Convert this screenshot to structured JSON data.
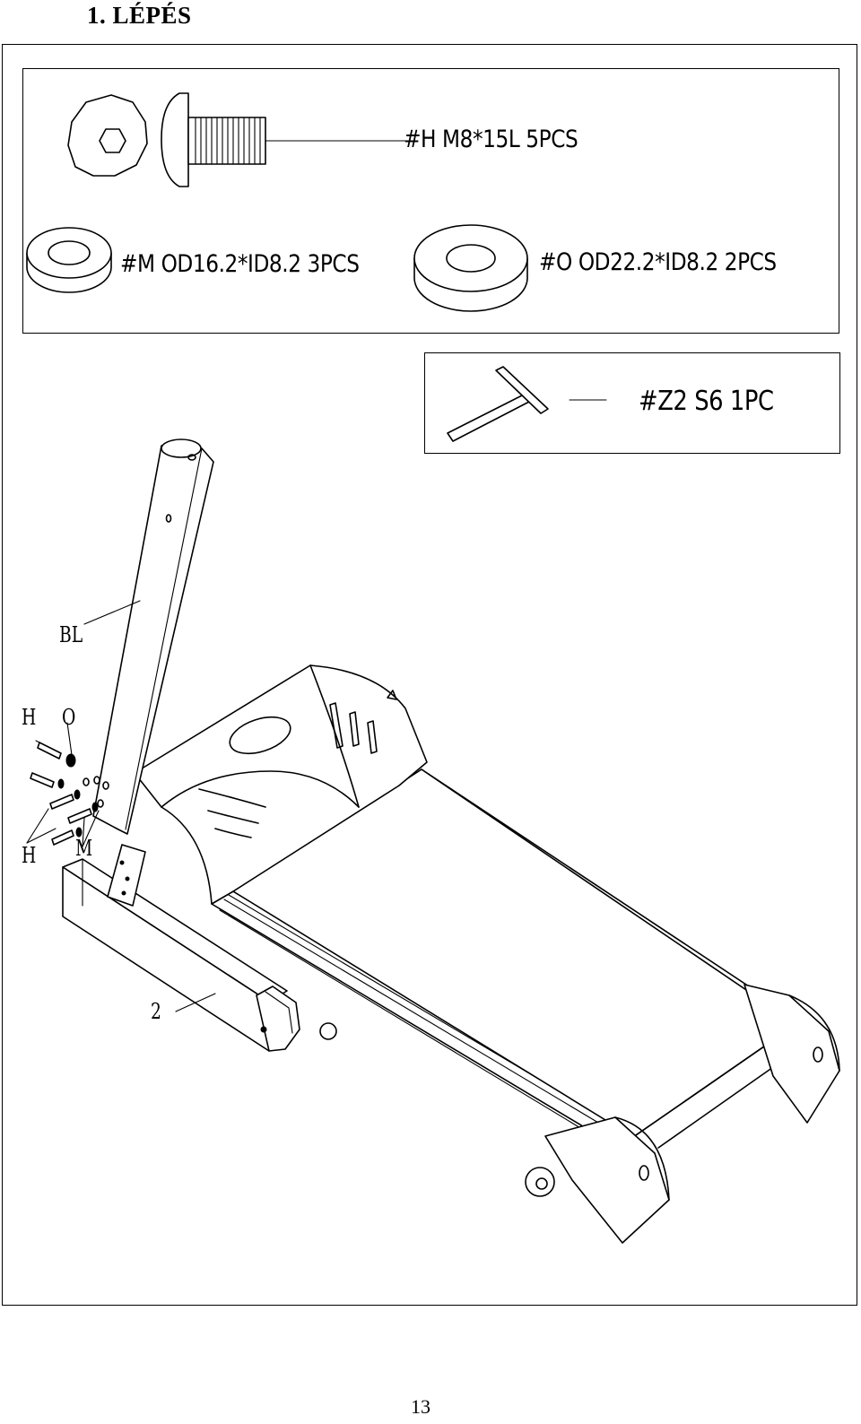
{
  "step_title": "1. LÉPÉS",
  "parts": {
    "bolt_h": "#H M8*15L 5PCS",
    "washer_m": "#M OD16.2*ID8.2 3PCS",
    "washer_o": "#O OD22.2*ID8.2 2PCS"
  },
  "tool": {
    "wrench_z2": "#Z2  S6 1PC"
  },
  "callouts": {
    "bl": "BL",
    "h_top": "H",
    "o": "O",
    "h_bottom": "H",
    "m": "M",
    "part_2": "2"
  },
  "page_number": "13"
}
